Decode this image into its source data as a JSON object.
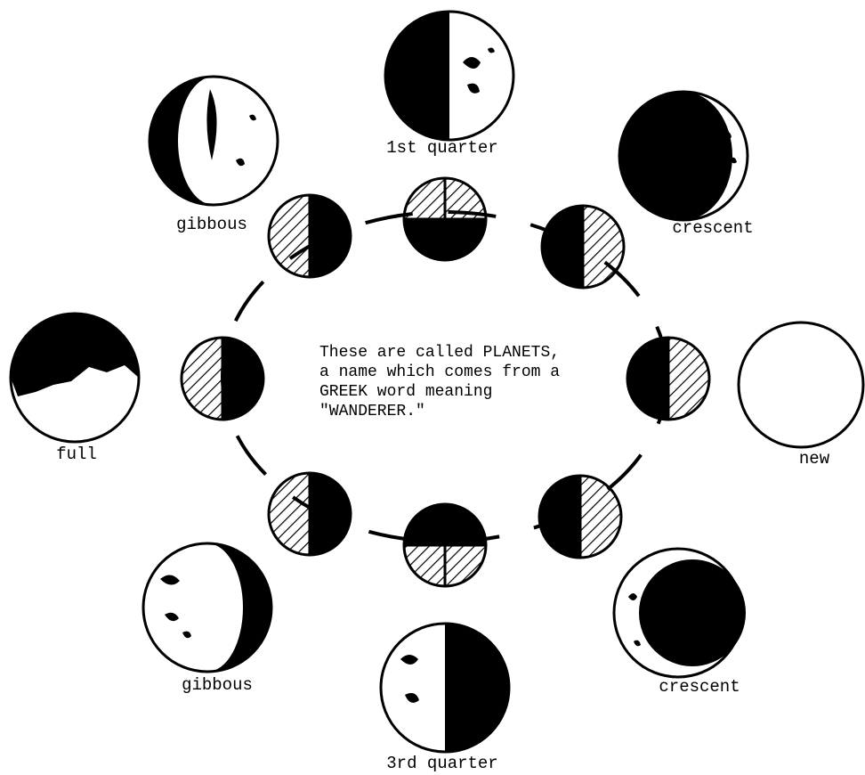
{
  "diagram": {
    "center_text": [
      "These are called PLANETS,",
      "a name which comes from a",
      "GREEK word meaning",
      "\"WANDERER.\""
    ],
    "phases": [
      {
        "label": "1st quarter",
        "dark_side": "left",
        "dark_portion": 0.5
      },
      {
        "label": "crescent",
        "dark_side": "left",
        "dark_portion": 0.8
      },
      {
        "label": "new",
        "dark_side": "none",
        "dark_portion": 0
      },
      {
        "label": "crescent",
        "dark_side": "right",
        "dark_portion": 0.8
      },
      {
        "label": "3rd quarter",
        "dark_side": "right",
        "dark_portion": 0.5
      },
      {
        "label": "gibbous",
        "dark_side": "right",
        "dark_portion": 0.2
      },
      {
        "label": "full",
        "dark_side": "top",
        "dark_portion": 0.6
      },
      {
        "label": "gibbous",
        "dark_side": "left",
        "dark_portion": 0.2
      }
    ],
    "orbit_planets": [
      {
        "id": "top",
        "shade": "split-horizontal-dark-bottom"
      },
      {
        "id": "upper-right",
        "shade": "dark-left"
      },
      {
        "id": "right",
        "shade": "dark-left"
      },
      {
        "id": "lower-right",
        "shade": "dark-left"
      },
      {
        "id": "bottom",
        "shade": "split-horizontal-dark-top"
      },
      {
        "id": "lower-left",
        "shade": "dark-right"
      },
      {
        "id": "left",
        "shade": "dark-right"
      },
      {
        "id": "upper-left",
        "shade": "dark-right"
      }
    ]
  }
}
